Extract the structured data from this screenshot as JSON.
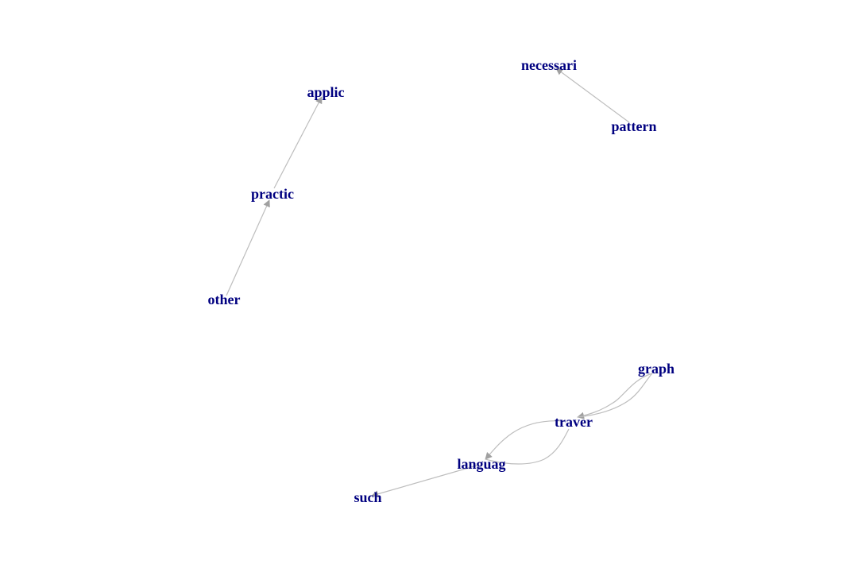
{
  "diagram": {
    "type": "directed-graph",
    "colors": {
      "label": "#000080",
      "edge": "#bdbdbd",
      "arrow": "#a0a0a0",
      "background": "#ffffff"
    },
    "nodes": [
      {
        "id": "applic",
        "label": "applic"
      },
      {
        "id": "practic",
        "label": "practic"
      },
      {
        "id": "other",
        "label": "other"
      },
      {
        "id": "necessari",
        "label": "necessari"
      },
      {
        "id": "pattern",
        "label": "pattern"
      },
      {
        "id": "graph",
        "label": "graph"
      },
      {
        "id": "traver",
        "label": "traver"
      },
      {
        "id": "languag",
        "label": "languag"
      },
      {
        "id": "such",
        "label": "such"
      }
    ],
    "edges": [
      {
        "from": "other",
        "to": "practic"
      },
      {
        "from": "practic",
        "to": "applic"
      },
      {
        "from": "pattern",
        "to": "necessari"
      },
      {
        "from": "graph",
        "to": "traver"
      },
      {
        "from": "traver",
        "to": "graph"
      },
      {
        "from": "traver",
        "to": "languag"
      },
      {
        "from": "languag",
        "to": "traver"
      },
      {
        "from": "languag",
        "to": "such"
      }
    ]
  }
}
